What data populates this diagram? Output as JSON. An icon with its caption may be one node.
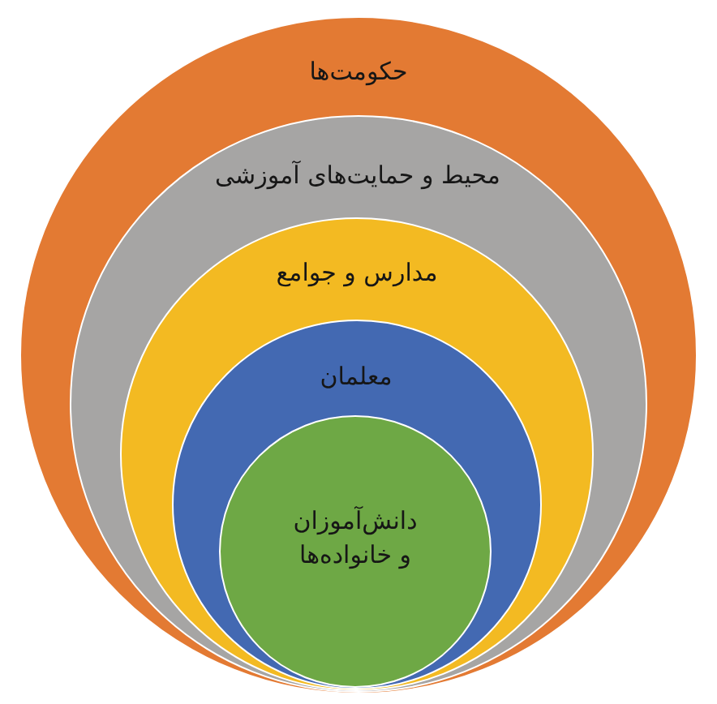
{
  "diagram": {
    "nodes": [
      {
        "text": [
          "حکومت‌ها"
        ]
      },
      {
        "text": [
          "محیط و حمایت‌های آموزشی"
        ],
        "in": 0
      },
      {
        "text": [
          "مدارس و جوامع"
        ],
        "in": 1
      },
      {
        "text": [
          "معلمان"
        ],
        "in": 2
      },
      {
        "text": [
          "دانش‌آموزان و خانواده‌ها"
        ],
        "in": 3
      }
    ]
  }
}
